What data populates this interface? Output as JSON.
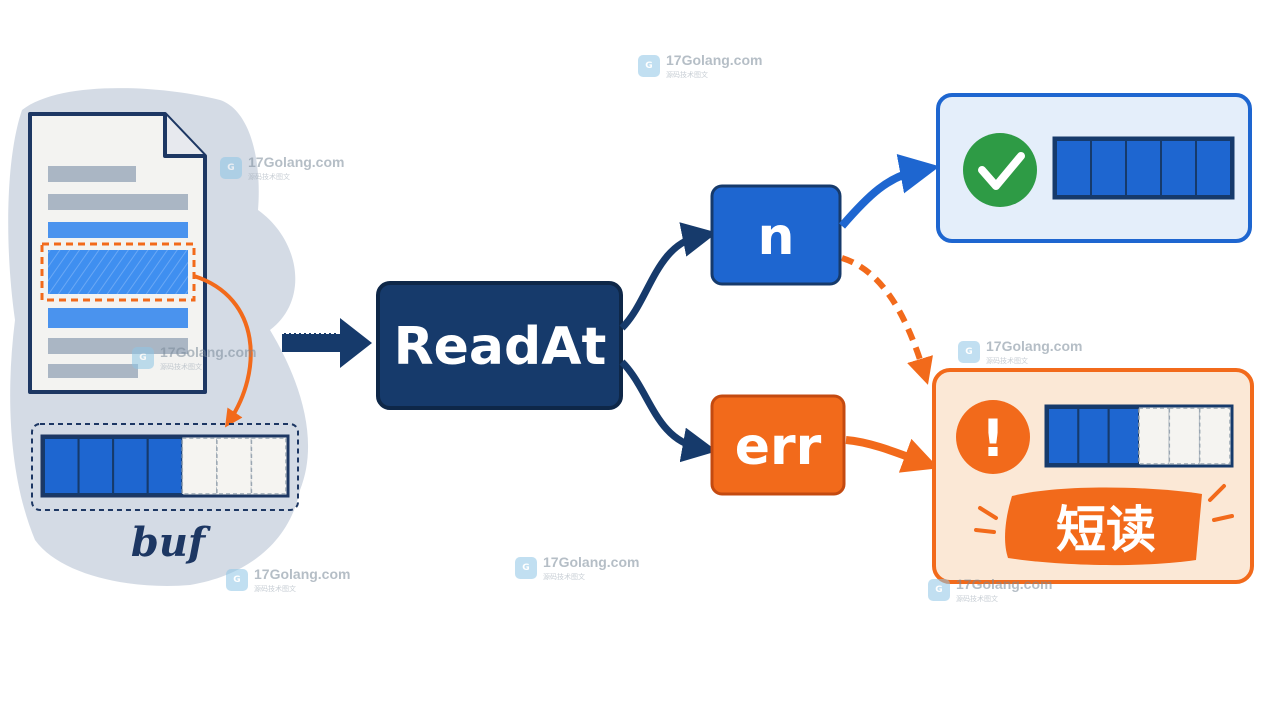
{
  "diagram": {
    "center_label": "ReadAt",
    "buffer_label": "buf",
    "n_label": "n",
    "err_label": "err",
    "short_read_label": "短读",
    "exclamation": "!",
    "buffer_cells_filled": 4,
    "buffer_cells_total": 7,
    "success_cells_filled": 5,
    "success_cells_total": 5,
    "short_cells_filled": 3,
    "short_cells_total": 6,
    "colors": {
      "navy": "#163a6b",
      "blue": "#1e66d0",
      "orange": "#f26a1b",
      "green": "#2e9b45",
      "panel_blue": "#e4eefa",
      "panel_orange": "#fbe8d6"
    }
  },
  "watermarks": [
    {
      "site": "17Golang.com",
      "sub": "源码技术图文"
    },
    {
      "site": "17Golang.com",
      "sub": "源码技术图文"
    },
    {
      "site": "17Golang.com",
      "sub": "源码技术图文"
    },
    {
      "site": "17Golang.com",
      "sub": "源码技术图文"
    },
    {
      "site": "17Golang.com",
      "sub": "源码技术图文"
    },
    {
      "site": "17Golang.com",
      "sub": "源码技术图文"
    },
    {
      "site": "17Golang.com",
      "sub": "源码技术图文"
    }
  ]
}
